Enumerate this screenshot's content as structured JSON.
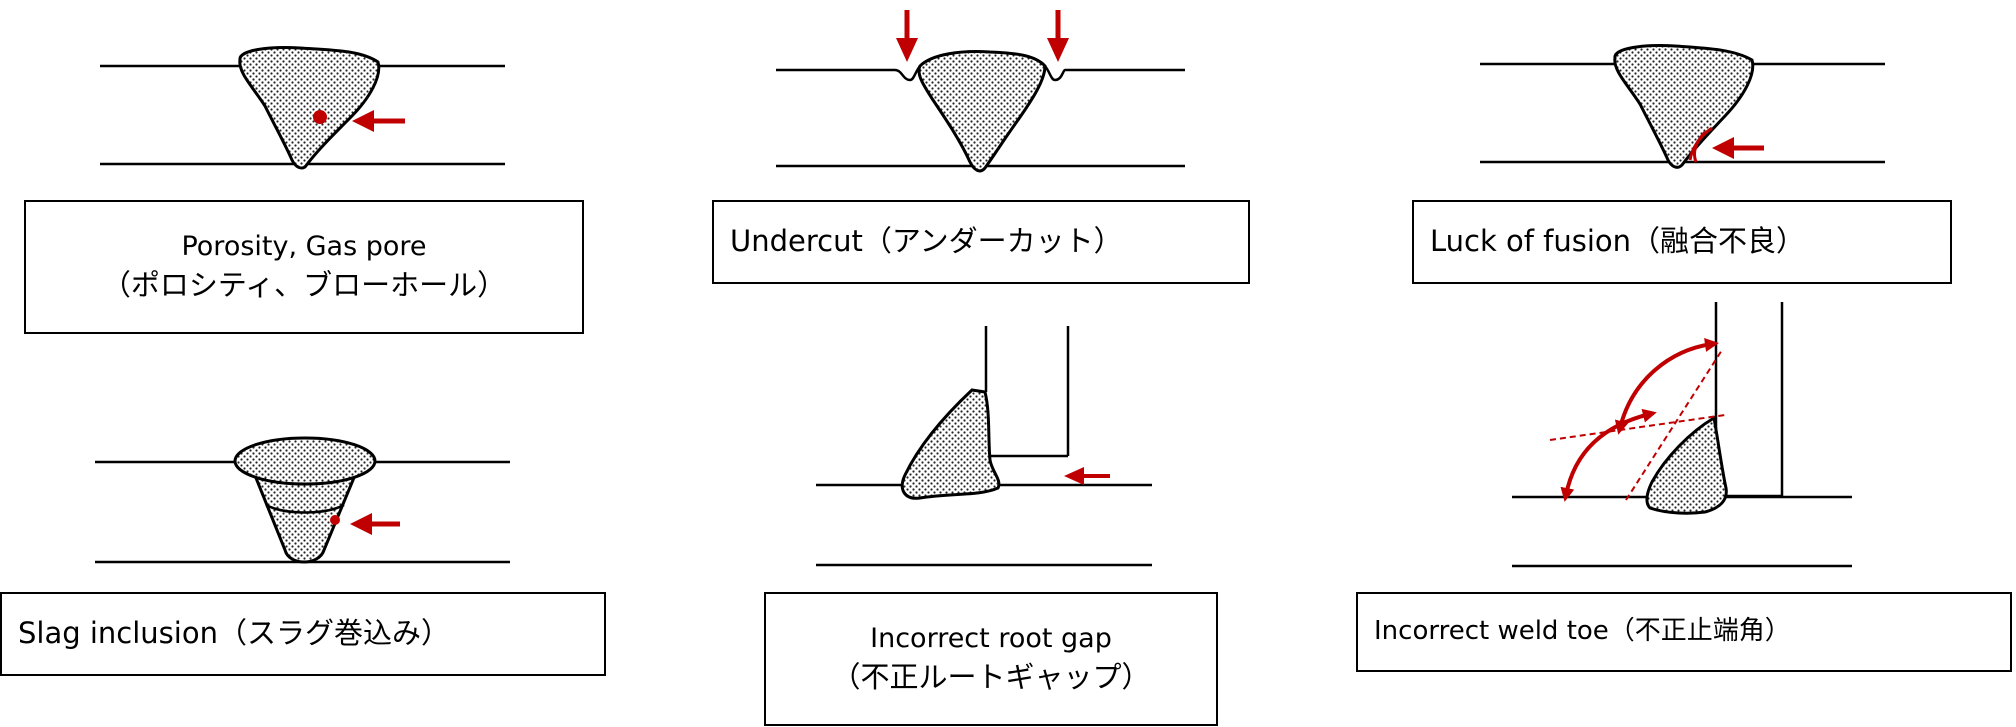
{
  "colors": {
    "line": "#000000",
    "defect": "#c00000",
    "weld_fill": "#e6e6e6"
  },
  "defects": [
    {
      "id": "porosity",
      "line1": "Porosity, Gas pore",
      "line2": "（ポロシティ、ブローホール）"
    },
    {
      "id": "undercut",
      "line1": "Undercut（アンダーカット）"
    },
    {
      "id": "lack-of-fusion",
      "line1": "Luck of fusion（融合不良）"
    },
    {
      "id": "slag-inclusion",
      "line1": "Slag inclusion（スラグ巻込み）"
    },
    {
      "id": "incorrect-root-gap",
      "line1": "Incorrect root gap",
      "line2": "（不正ルートギャップ）"
    },
    {
      "id": "incorrect-weld-toe",
      "line1": "Incorrect weld toe（不正止端角）"
    }
  ]
}
